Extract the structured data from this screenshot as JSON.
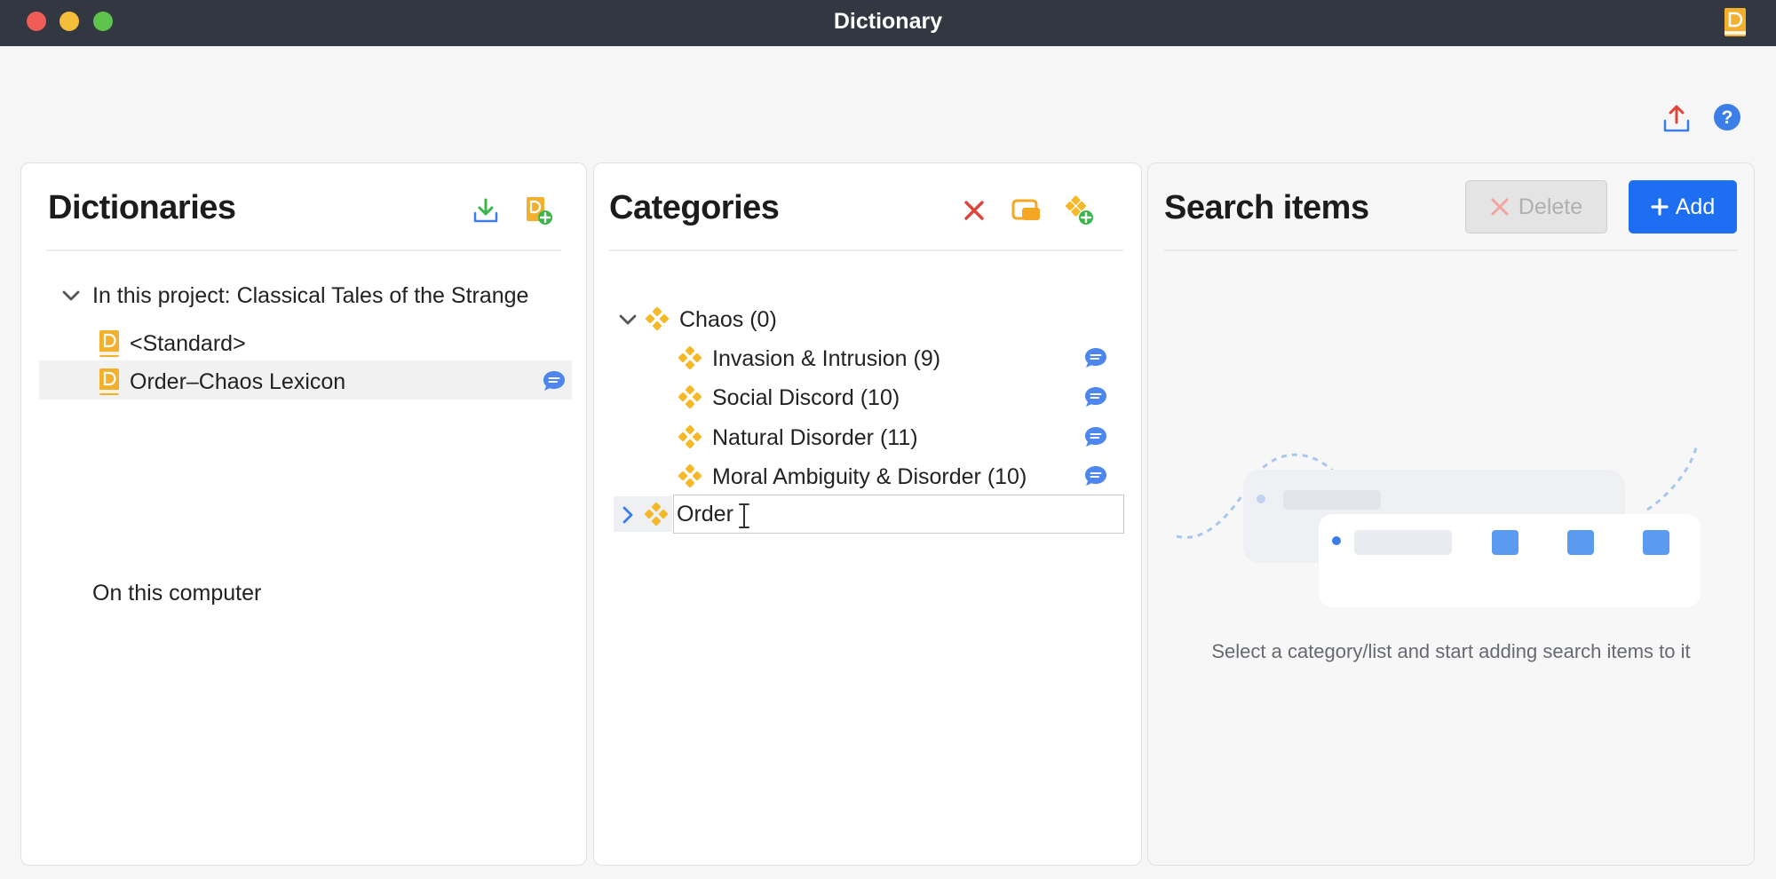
{
  "window": {
    "title": "Dictionary"
  },
  "dictionaries": {
    "title": "Dictionaries",
    "project_group": "In this project: Classical Tales of the Strange",
    "items": [
      {
        "label": "<Standard>"
      },
      {
        "label": "Order–Chaos Lexicon"
      }
    ],
    "computer_group": "On this computer"
  },
  "categories": {
    "title": "Categories",
    "parent": "Chaos (0)",
    "children": [
      {
        "label": "Invasion & Intrusion (9)"
      },
      {
        "label": "Social Discord (10)"
      },
      {
        "label": "Natural Disorder (11)"
      },
      {
        "label": "Moral Ambiguity & Disorder (10)"
      }
    ],
    "editing_value": "Order"
  },
  "search": {
    "title": "Search items",
    "delete_label": "Delete",
    "add_label": "Add",
    "empty_text": "Select a category/list and start adding search items to it"
  },
  "colors": {
    "accent": "#1e6ef2",
    "category_icon": "#f5b829",
    "dictionary_icon": "#f2b02e",
    "comment_icon": "#4d87ee",
    "delete_icon": "#e0433a"
  }
}
